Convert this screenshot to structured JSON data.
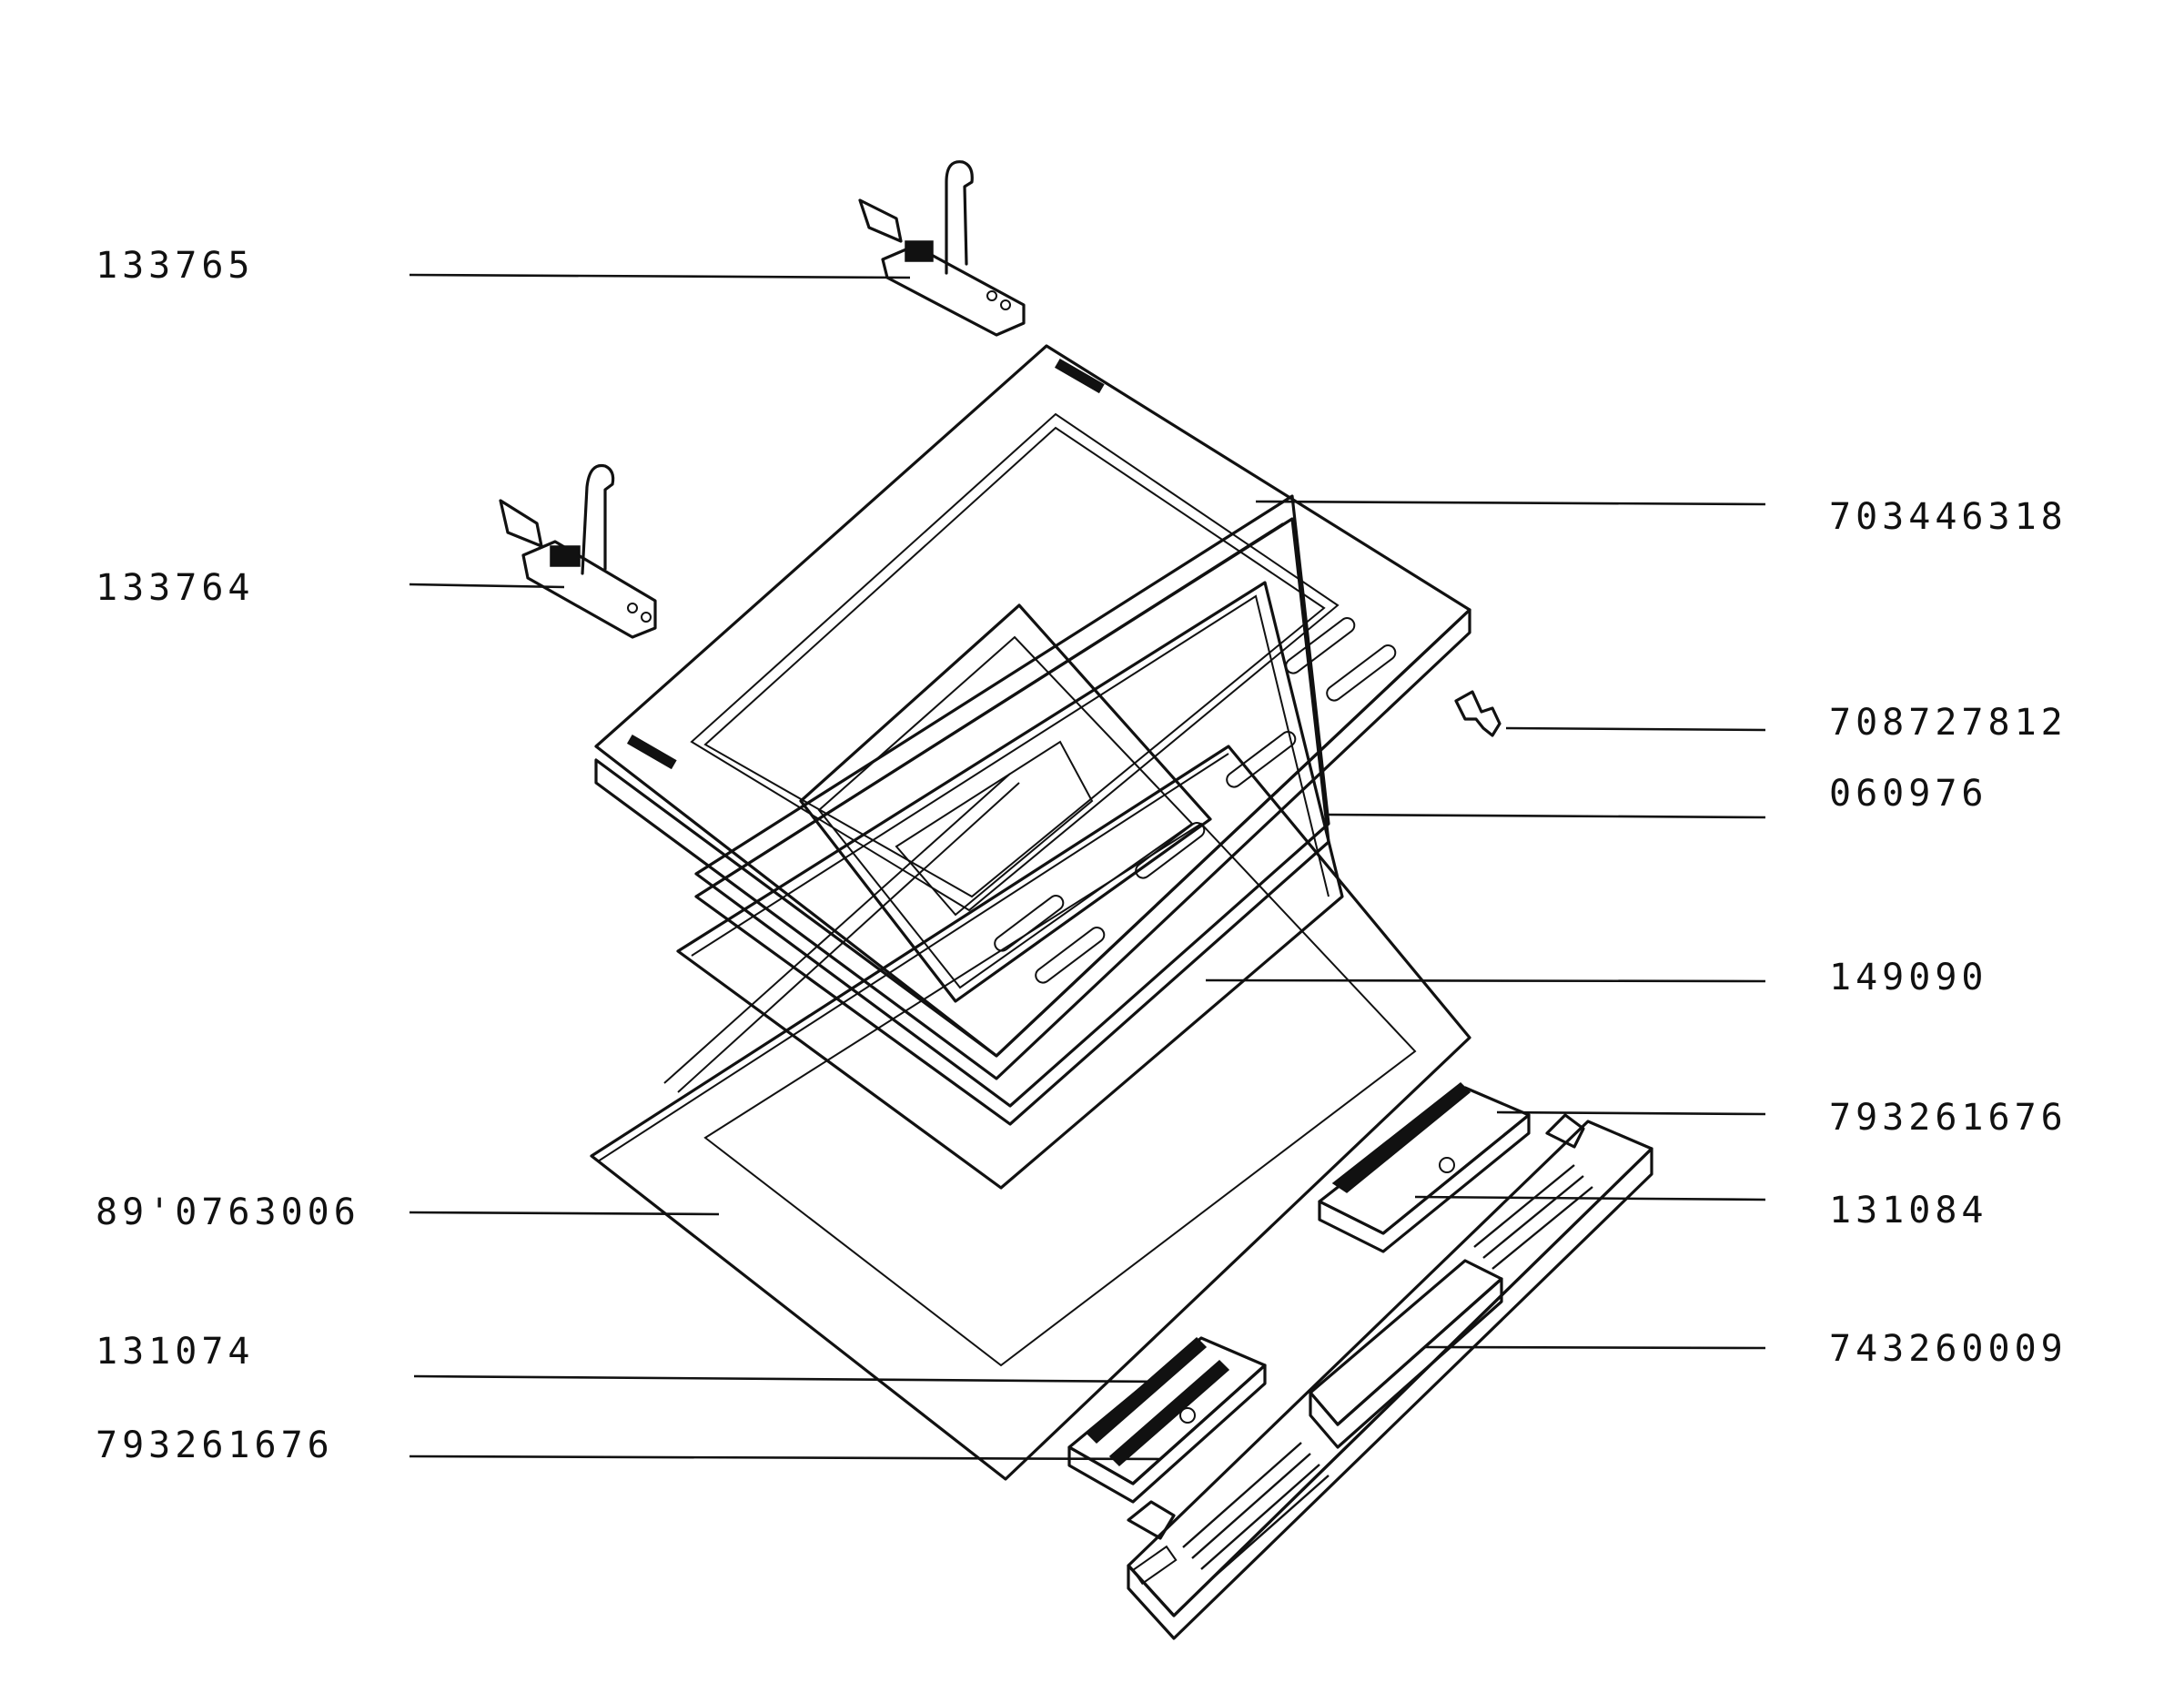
{
  "labels": {
    "p133765": "133765",
    "p133764": "133764",
    "p703446318": "703446318",
    "p708727812": "708727812",
    "p060976": "060976",
    "p149090": "149090",
    "p793261676_right": "793261676",
    "p131084": "131084",
    "p890763006": "89'0763006",
    "p743260009": "743260009",
    "p131074": "131074",
    "p793261676_left": "793261676"
  }
}
